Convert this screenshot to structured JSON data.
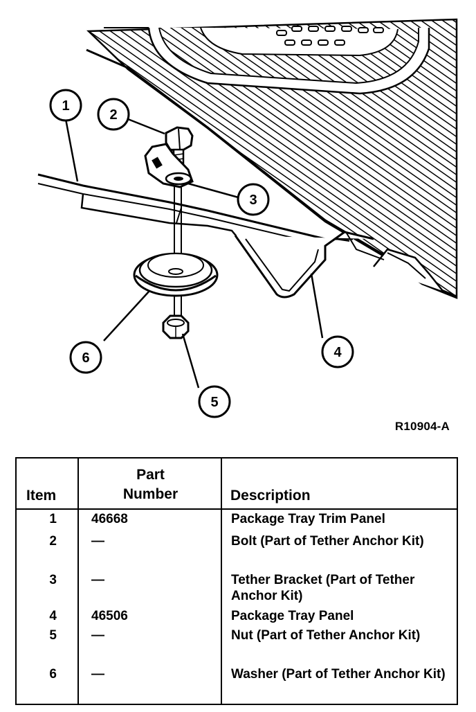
{
  "figure": {
    "callouts": [
      "1",
      "2",
      "3",
      "4",
      "5",
      "6"
    ],
    "figure_id": "R10904-A"
  },
  "table": {
    "headers": {
      "item": "Item",
      "part_line1": "Part",
      "part_line2": "Number",
      "description": "Description"
    },
    "rows": [
      {
        "item": "1",
        "part": "46668",
        "description": "Package Tray Trim Panel"
      },
      {
        "item": "2",
        "part": "—",
        "description": "Bolt (Part of Tether Anchor Kit)"
      },
      {
        "item": "3",
        "part": "—",
        "description": "Tether Bracket (Part of Tether Anchor Kit)"
      },
      {
        "item": "4",
        "part": "46506",
        "description": "Package Tray Panel"
      },
      {
        "item": "5",
        "part": "—",
        "description": "Nut (Part of Tether Anchor Kit)"
      },
      {
        "item": "6",
        "part": "—",
        "description": "Washer (Part of Tether Anchor Kit)"
      }
    ]
  }
}
